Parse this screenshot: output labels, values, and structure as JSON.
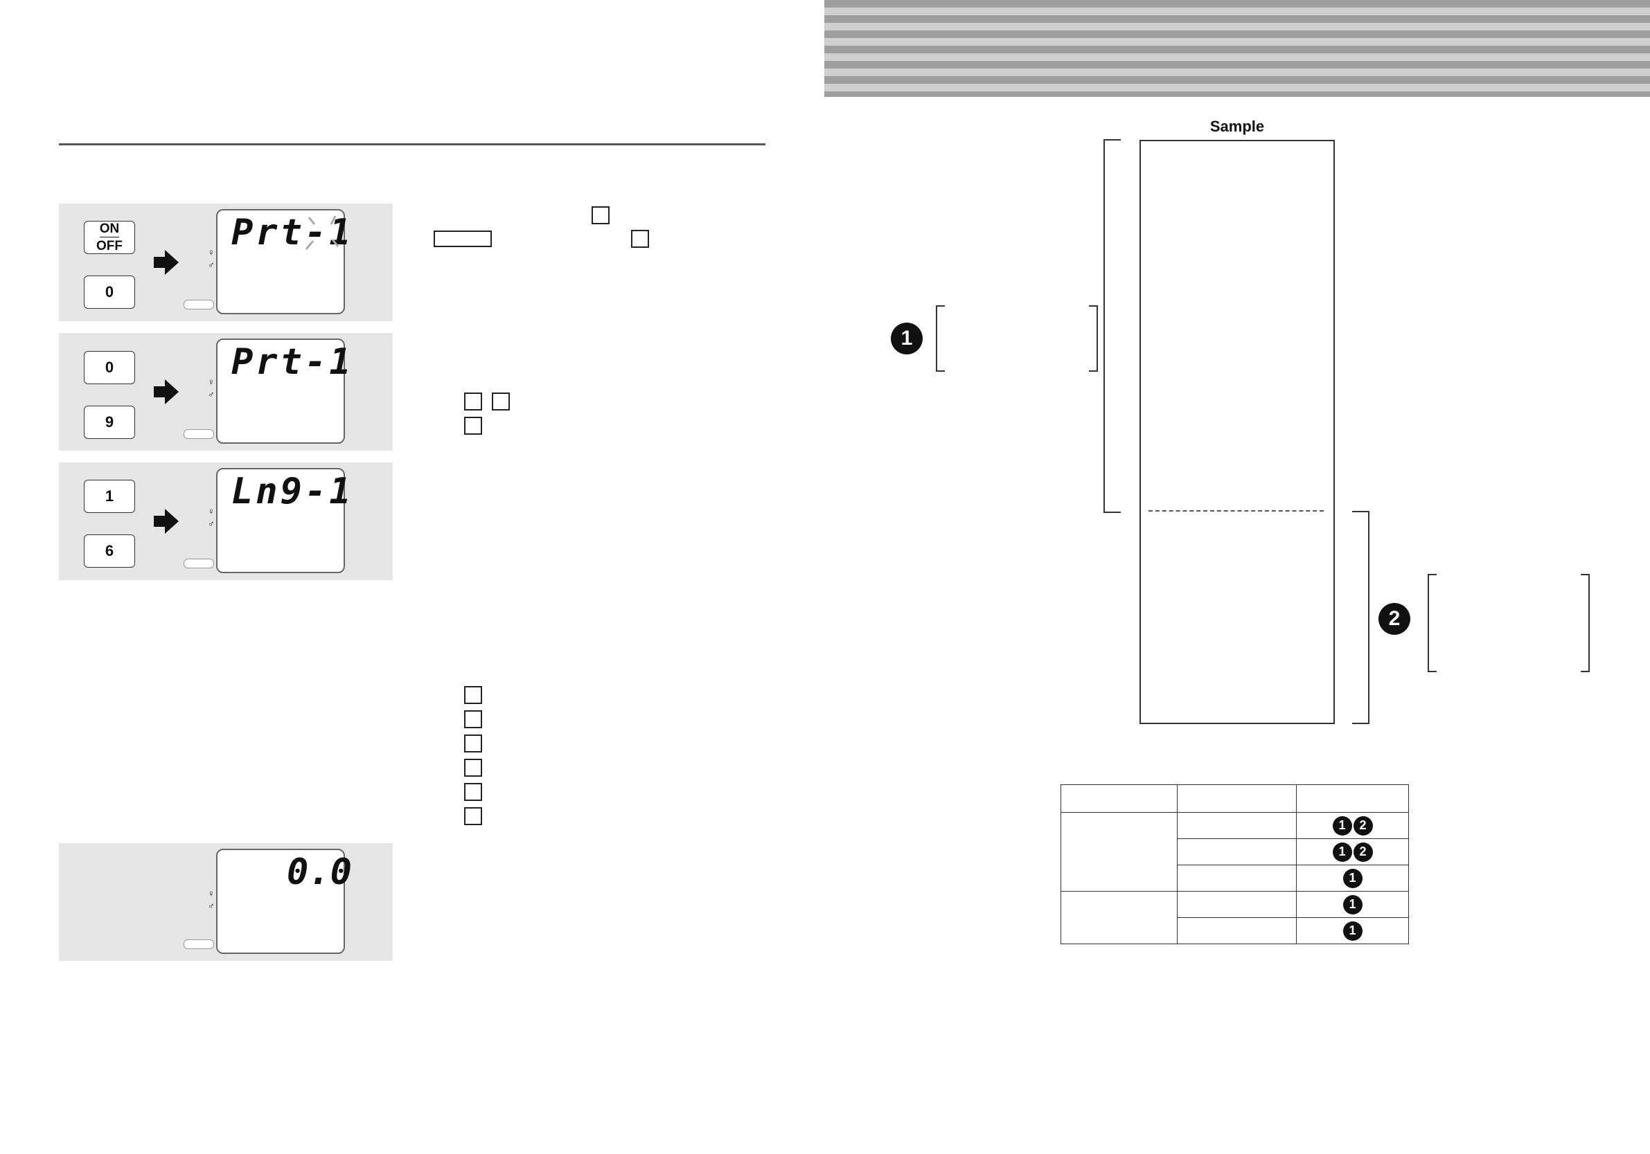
{
  "steps": [
    {
      "keys": [
        {
          "label_top": "ON",
          "label_bottom": "OFF"
        },
        {
          "label": "0"
        }
      ],
      "display": "Prt-1",
      "blink": true
    },
    {
      "keys": [
        {
          "label": "0"
        },
        {
          "label": "9"
        }
      ],
      "display": "Prt-1",
      "blink": false
    },
    {
      "keys": [
        {
          "label": "1"
        },
        {
          "label": "6"
        }
      ],
      "display": "Ln9-1",
      "blink": false
    },
    {
      "keys": [],
      "display": "0.0",
      "blink": false
    }
  ],
  "sample": {
    "title": "Sample",
    "section_1": "1",
    "section_2": "2"
  },
  "legend_table": {
    "rows": [
      {
        "badges": [
          "1",
          "2"
        ]
      },
      {
        "badges": [
          "1",
          "2"
        ]
      },
      {
        "badges": [
          "1"
        ]
      },
      {
        "badges": [
          "1"
        ]
      },
      {
        "badges": [
          "1"
        ]
      }
    ]
  },
  "colors": {
    "panel_bg": "#e6e6e6",
    "stripe_dark": "#9e9e9e",
    "stripe_light": "#cfcfcf"
  }
}
